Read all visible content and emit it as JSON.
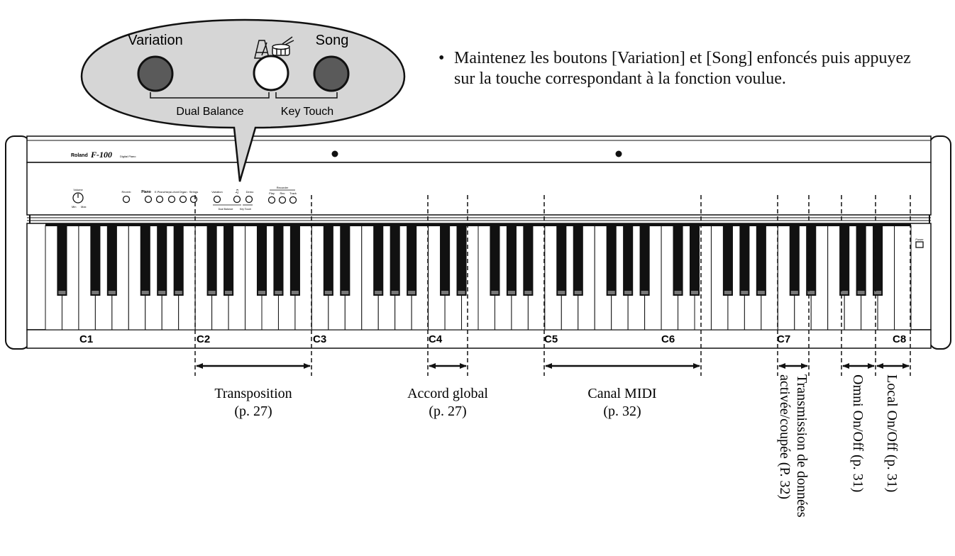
{
  "callout": {
    "variation_label": "Variation",
    "song_label": "Song",
    "dual_balance_label": "Dual Balance",
    "key_touch_label": "Key Touch",
    "metronome_icon": "metronome-icon",
    "drum_icon": "drum-icon",
    "colors": {
      "dark_button": "#5a5a5a",
      "light_button": "#ffffff"
    }
  },
  "instruction": {
    "bullet": "•",
    "text": "Maintenez les boutons [Variation] et [Song] enfoncés puis appuyez sur la touche correspondant à la fonction voulue."
  },
  "piano": {
    "brand": "Roland",
    "model": "F-100",
    "model_sub": "Digital Piano",
    "volume": {
      "label": "Volume",
      "min": "Min",
      "max": "Max"
    },
    "reverb_label": "Reverb",
    "tone_labels": [
      "Piano",
      "E.Piano",
      "Harpsi-chord",
      "Organ",
      "Strings"
    ],
    "variation_label": "Variation",
    "demo_label": "Demo",
    "recorder_label": "Recorder",
    "recorder_buttons": [
      "Play",
      "Rec",
      "Track"
    ],
    "dual_balance_small": "Dual Balance",
    "key_touch_small": "Key Touch",
    "power_label": "Power",
    "octave_labels": [
      "C1",
      "C2",
      "C3",
      "C4",
      "C5",
      "C6",
      "C7",
      "C8"
    ]
  },
  "functions": [
    {
      "name": "Transposition",
      "page": "(p. 27)"
    },
    {
      "name": "Accord global",
      "page": "(p. 27)"
    },
    {
      "name": "Canal MIDI",
      "page": "(p. 32)"
    },
    {
      "line1": "Transmission de données",
      "line2": "activée/coupée (P. 32)"
    },
    {
      "text": "Omni On/Off (p. 31)"
    },
    {
      "text": "Local On/Off (p. 31)"
    }
  ]
}
